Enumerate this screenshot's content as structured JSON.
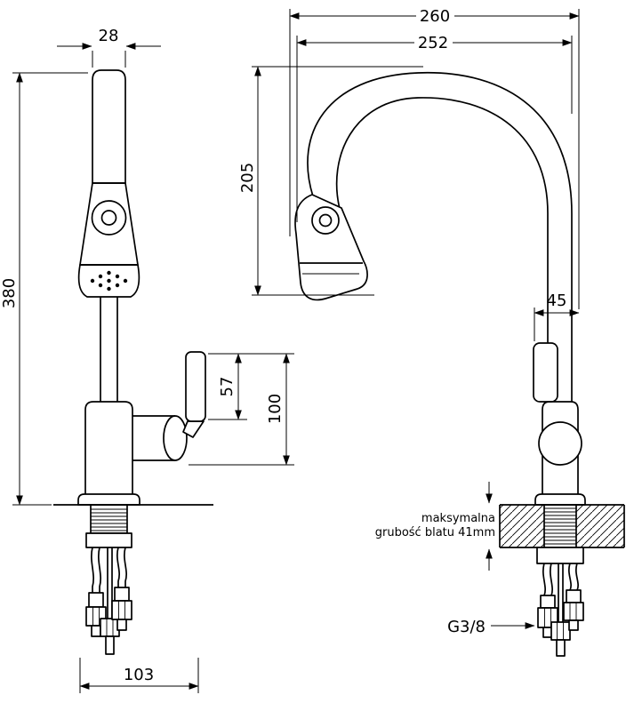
{
  "colors": {
    "line": "#000000",
    "background": "#ffffff"
  },
  "front_view": {
    "dim_top_width": "28",
    "dim_total_height": "380",
    "dim_handle_height": "57",
    "dim_body_height": "100",
    "dim_base_width": "103"
  },
  "side_view": {
    "dim_overall_depth": "260",
    "dim_spout_reach": "252",
    "dim_spout_height": "205",
    "dim_body_depth": "45",
    "note_counter_line1": "maksymalna",
    "note_counter_line2": "grubość blatu 41mm",
    "thread_label": "G3/8"
  }
}
